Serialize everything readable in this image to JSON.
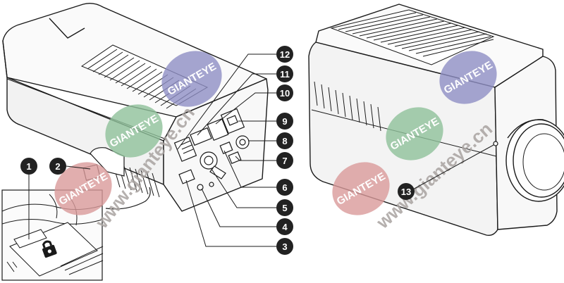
{
  "callouts": {
    "c1": "1",
    "c2": "2",
    "c3": "3",
    "c4": "4",
    "c5": "5",
    "c6": "6",
    "c7": "7",
    "c8": "8",
    "c9": "9",
    "c10": "10",
    "c11": "11",
    "c12": "12",
    "c13": "13"
  },
  "watermark": {
    "brand": "GIANTEYE",
    "url": "www.gianteye.cn",
    "colors": {
      "blue": "#8e8fc4",
      "green": "#8fc19a",
      "red": "#d99a9a",
      "url": "#a9a3a0"
    }
  },
  "colors": {
    "callout_fill": "#222222",
    "outline": "#1a1a1a",
    "body_shade": "#f4f4f4"
  }
}
